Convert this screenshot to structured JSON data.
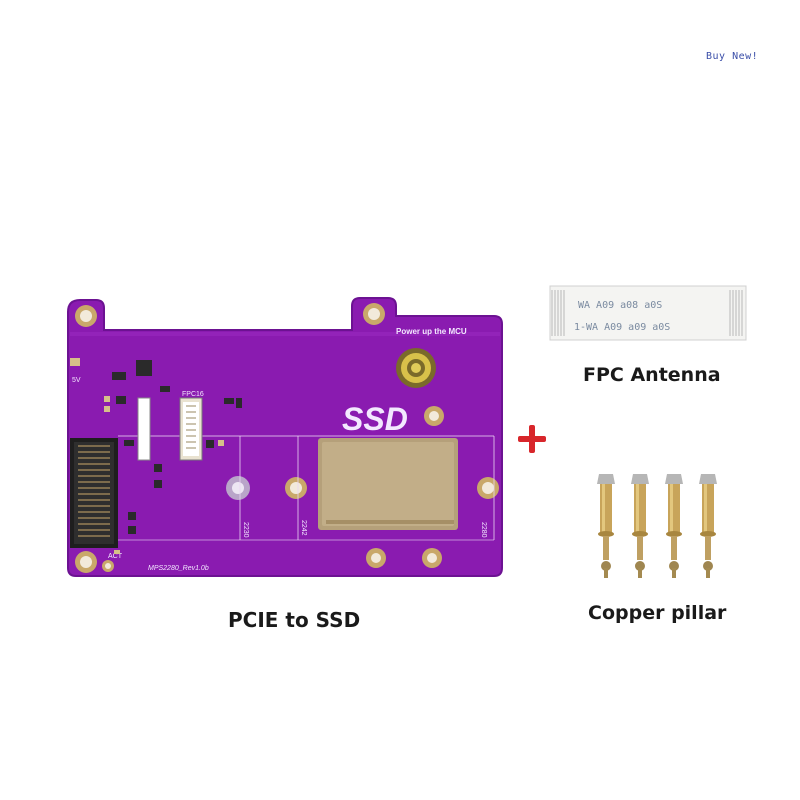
{
  "badge": {
    "text": "Buy  New!"
  },
  "captions": {
    "board": "PCIE to SSD",
    "fpc": "FPC Antenna",
    "copper": "Copper pillar"
  },
  "board": {
    "power_label": "Power up the MCU",
    "ssd_label": "SSD",
    "fpc_label": "FPC16",
    "label_5v": "5V",
    "label_act": "ACT",
    "label_2230": "2230",
    "label_2242": "2242",
    "label_2280": "2280",
    "revision": "MPS2280_Rev1.0b"
  },
  "fpc_cable": {
    "text_top": "WA  A09  a08  a0S",
    "text_bottom": "1-WA  A09  a09  a0S"
  },
  "colors": {
    "board": "#8a1bb0",
    "board_edge": "#6c1292",
    "silk": "#f3e8ff",
    "gold": "#c9a86a",
    "ssd_pad": "#b5a07a",
    "brass": "#c8a45a",
    "accent_plus": "#d8262b"
  },
  "icons": {
    "plus": "plus-icon"
  }
}
